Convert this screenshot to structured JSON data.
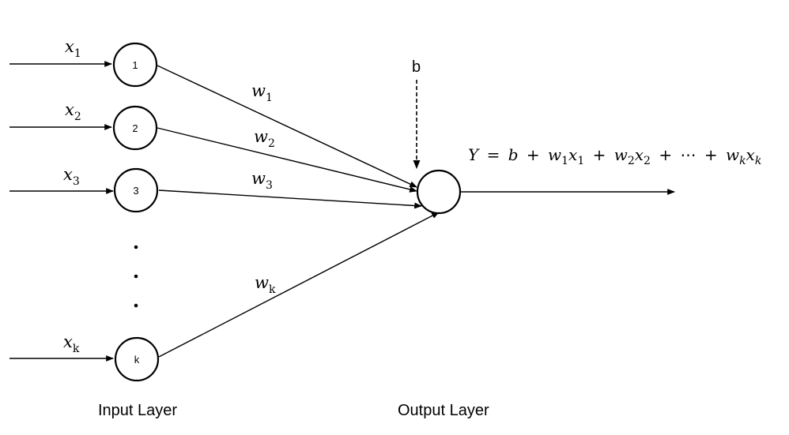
{
  "diagram": {
    "title": "Single-layer perceptron",
    "input_nodes": [
      {
        "label": "1",
        "input_var": "x",
        "input_sub": "1",
        "weight_var": "w",
        "weight_sub": "1"
      },
      {
        "label": "2",
        "input_var": "x",
        "input_sub": "2",
        "weight_var": "w",
        "weight_sub": "2"
      },
      {
        "label": "3",
        "input_var": "x",
        "input_sub": "3",
        "weight_var": "w",
        "weight_sub": "3"
      },
      {
        "label": "k",
        "input_var": "x",
        "input_sub": "k",
        "weight_var": "w",
        "weight_sub": "k"
      }
    ],
    "ellipsis_dots": 3,
    "bias_label": "b",
    "output_equation": {
      "lhs": "Y",
      "eq": "=",
      "terms": [
        {
          "text": "b"
        },
        {
          "op": "+",
          "var": "w",
          "sub": "1",
          "var2": "x",
          "sub2": "1"
        },
        {
          "op": "+",
          "var": "w",
          "sub": "2",
          "var2": "x",
          "sub2": "2"
        },
        {
          "op": "+",
          "text": "⋯"
        },
        {
          "op": "+",
          "var": "w",
          "sub": "k",
          "var2": "x",
          "sub2": "k"
        }
      ]
    },
    "input_layer_label": "Input Layer",
    "output_layer_label": "Output Layer"
  }
}
